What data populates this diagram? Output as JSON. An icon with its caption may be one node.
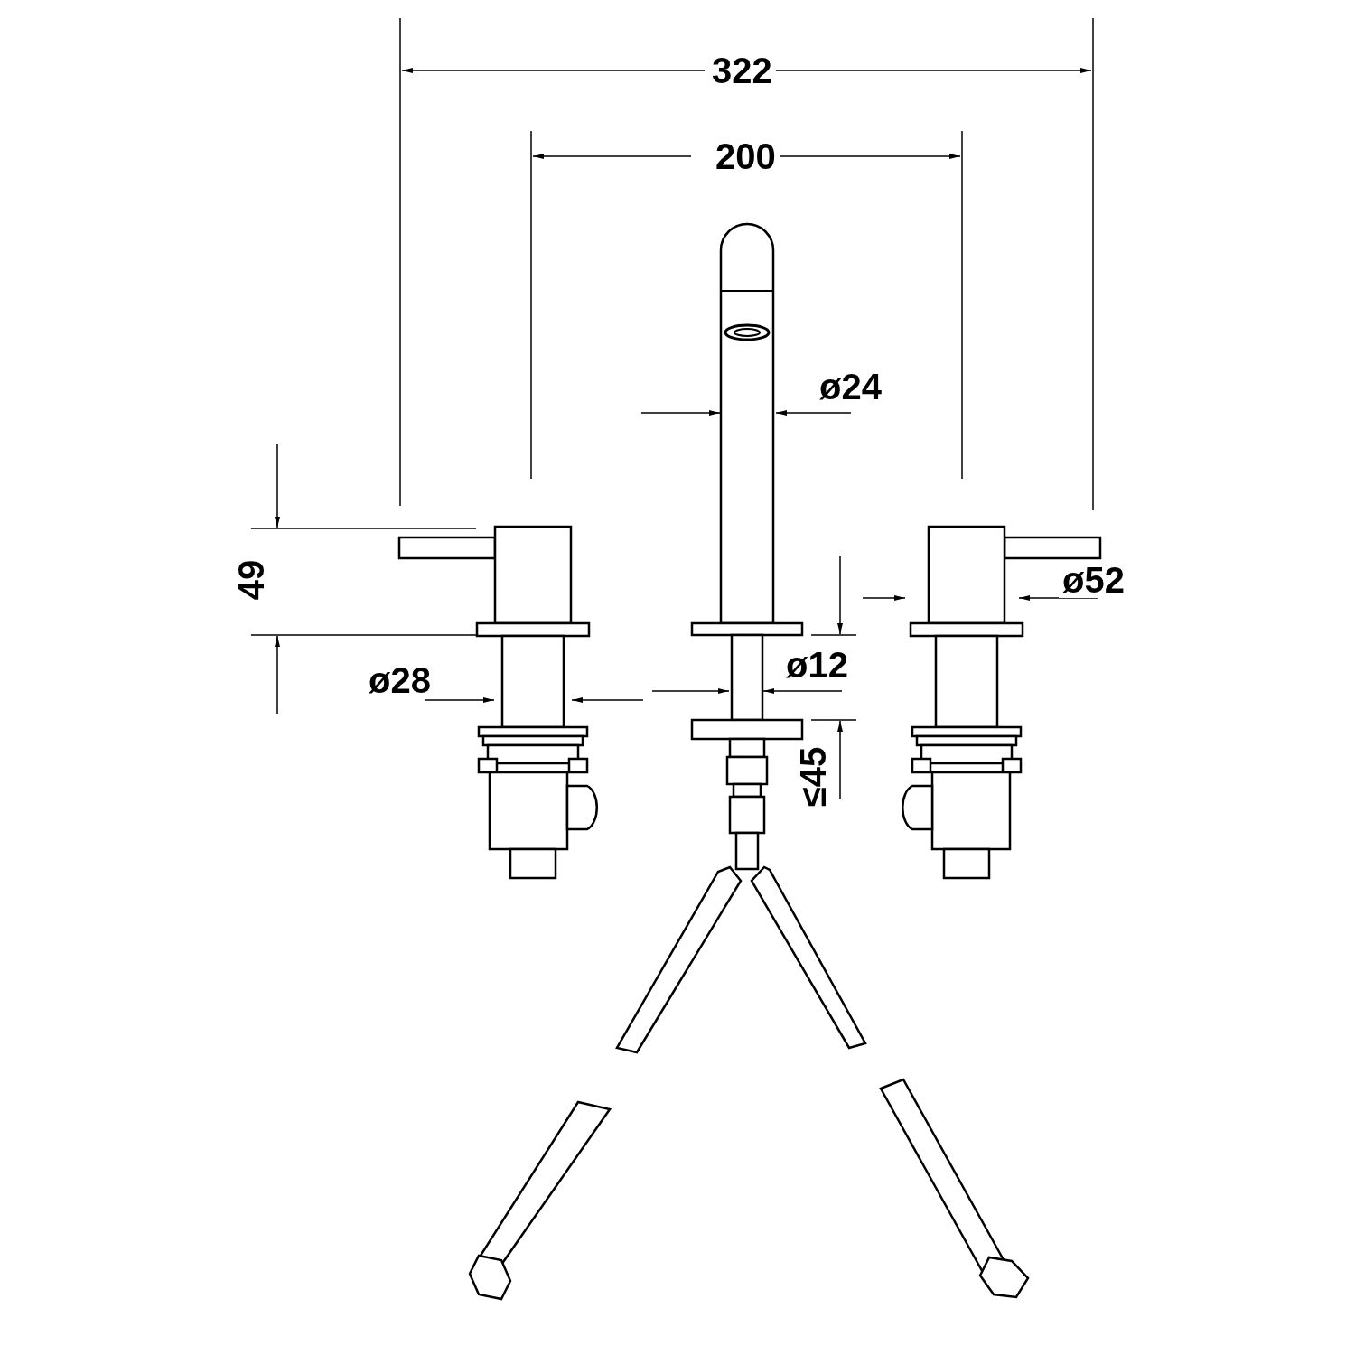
{
  "diagram": {
    "labels": [
      "322",
      "200",
      "ø24",
      "49",
      "ø52",
      "ø28",
      "ø12",
      "≤45"
    ]
  }
}
